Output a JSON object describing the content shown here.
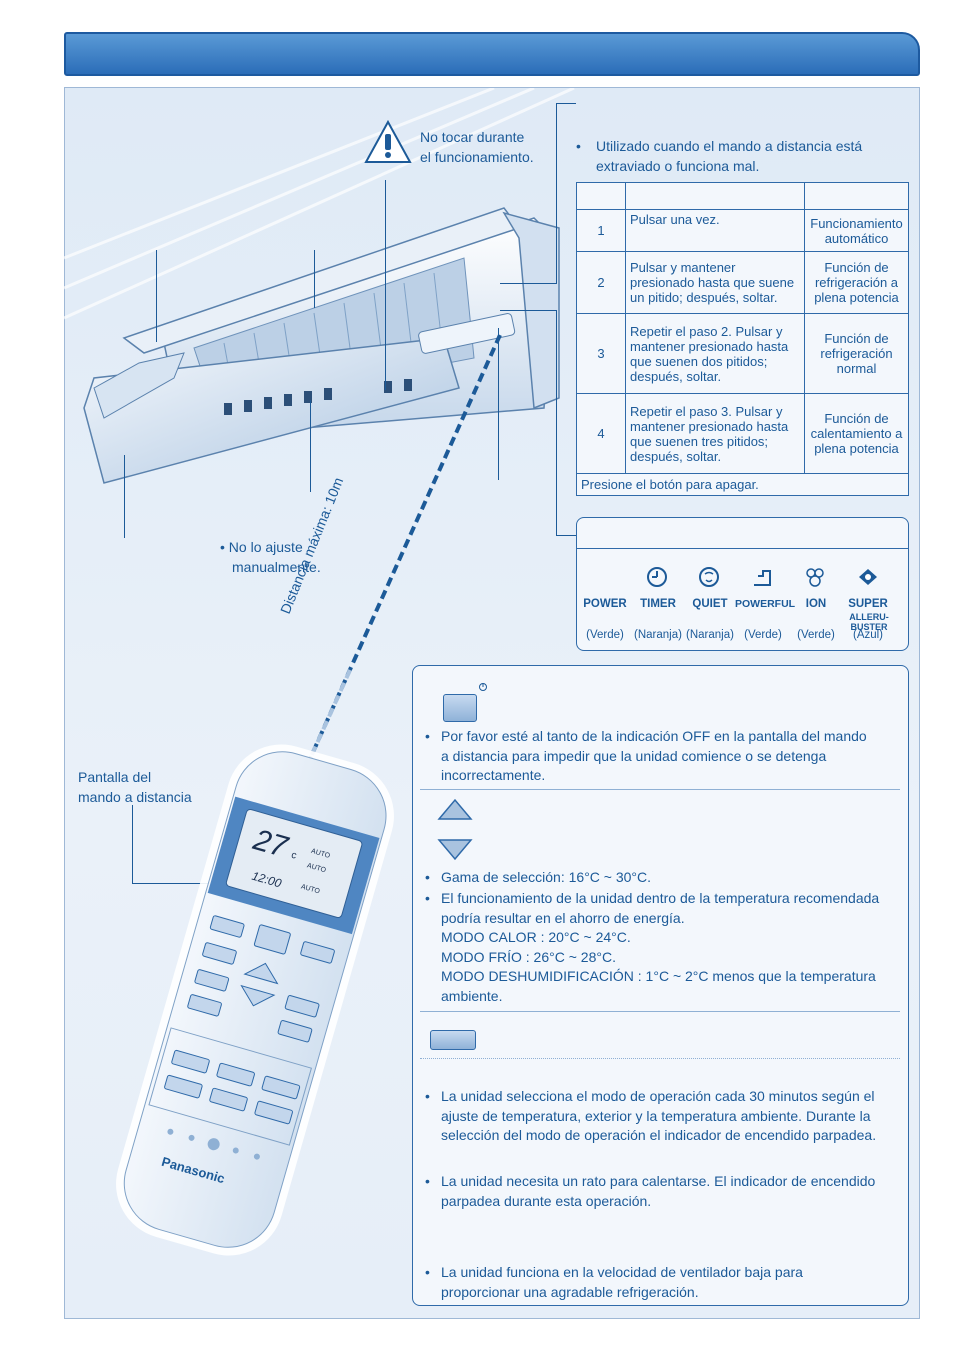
{
  "dimensions": {
    "width": 954,
    "height": 1354
  },
  "warning": {
    "line1": "No tocar durante",
    "line2": "el funcionamiento."
  },
  "vane_note": {
    "line1": "No lo ajuste",
    "line2": "manualmente."
  },
  "distance_label": "Distancia máxima: 10m",
  "remote_display_label": {
    "line1": "Pantalla del",
    "line2": "mando a distancia"
  },
  "auto_switch": {
    "bullet_line1": "Utilizado cuando el mando a distancia está",
    "bullet_line2": "extraviado o funciona mal.",
    "rows": [
      {
        "num": "1",
        "action": [
          "Pulsar una vez."
        ],
        "result": [
          "Funcionamiento",
          "automático"
        ]
      },
      {
        "num": "2",
        "action": [
          "Pulsar y mantener",
          "presionado hasta que suene",
          "un pitido; después, soltar."
        ],
        "result": [
          "Función de",
          "refrigeración a",
          "plena potencia"
        ]
      },
      {
        "num": "3",
        "action": [
          "Repetir el paso 2. Pulsar y",
          "mantener presionado hasta",
          "que suenen dos pitidos;",
          "después, soltar."
        ],
        "result": [
          "Función de",
          "refrigeración",
          "normal"
        ]
      },
      {
        "num": "4",
        "action": [
          "Repetir el paso 3. Pulsar y",
          "mantener presionado hasta",
          "que suenen tres pitidos;",
          "después, soltar."
        ],
        "result": [
          "Función de",
          "calentamiento a",
          "plena potencia"
        ]
      }
    ],
    "footer": "Presione el botón para apagar."
  },
  "indicators": [
    {
      "label": "POWER",
      "color_text": "(Verde)",
      "icon": "none"
    },
    {
      "label": "TIMER",
      "color_text": "(Naranja)",
      "icon": "clock-icon"
    },
    {
      "label": "QUIET",
      "color_text": "(Naranja)",
      "icon": "quiet-icon"
    },
    {
      "label": "POWERFUL",
      "color_text": "(Verde)",
      "icon": "powerful-icon"
    },
    {
      "label": "ION",
      "color_text": "(Verde)",
      "icon": "ion-icon"
    },
    {
      "label": "SUPER",
      "sublabel": "ALLERU-BUSTER",
      "color_text": "(Azul)",
      "icon": "super-alleru-icon"
    }
  ],
  "remote": {
    "temp": "27",
    "unit": "c",
    "auto1": "AUTO",
    "auto2": "AUTO",
    "auto3": "AUTO",
    "time": "12:00",
    "brand": "Panasonic"
  },
  "info": {
    "power_bullet": [
      "Por favor esté al tanto de la indicación OFF en la pantalla del mando",
      "a distancia para impedir que la unidad comience o se detenga",
      "incorrectamente."
    ],
    "temp_bullet1": "Gama de selección: 16°C ~ 30°C.",
    "temp_bullet2": [
      "El funcionamiento de la unidad dentro de la temperatura recomendada",
      "podría resultar en el ahorro de energía.",
      "MODO CALOR : 20°C ~ 24°C.",
      "MODO FRÍO : 26°C ~ 28°C.",
      "MODO DESHUMIDIFICACIÓN : 1°C ~ 2°C menos que la temperatura",
      "ambiente."
    ],
    "mode_auto": [
      "La unidad selecciona el modo de operación cada 30 minutos según el",
      "ajuste de temperatura, exterior y la temperatura ambiente. Durante la",
      "selección del modo de operación el indicador de encendido parpadea."
    ],
    "mode_heat": [
      "La unidad necesita un rato para calentarse. El indicador de encendido",
      "parpadea durante esta operación."
    ],
    "mode_cool": [
      "La unidad funciona en la velocidad de ventilador baja para",
      "proporcionar una agradable refrigeración."
    ]
  },
  "colors": {
    "accent": "#1c5a98",
    "header": "#2b6db8",
    "panel": "#e6eef8"
  }
}
